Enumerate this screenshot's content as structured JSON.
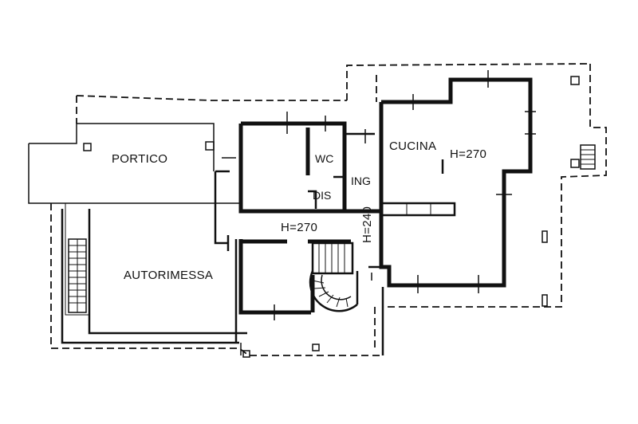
{
  "rooms": {
    "portico": "PORTICO",
    "autorimessa": "AUTORIMESSA",
    "cucina": "CUCINA",
    "wc": "WC",
    "ing": "ING",
    "dis": "DIS"
  },
  "heights": {
    "cucina": "H=270",
    "central": "H=270",
    "vertical": "H=240"
  }
}
